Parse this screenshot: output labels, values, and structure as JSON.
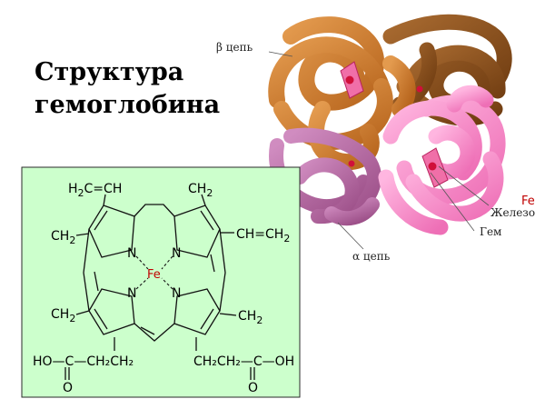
{
  "title": {
    "line1": "Структура",
    "line2": "гемоглобина"
  },
  "labels": {
    "beta_chain": "β цепь",
    "alpha_chain": "α цепь",
    "fe": "Fe",
    "iron": "Железо",
    "heme": "Гем"
  },
  "heme_formula": {
    "vinyl_top": {
      "main": "H",
      "sub": "2",
      "rest": "C=CH"
    },
    "methyl_top": {
      "main": "CH",
      "sub": "2"
    },
    "vinyl_right": {
      "main": "CH=CH",
      "sub": "2"
    },
    "methyl_left_top": {
      "main": "CH",
      "sub": "2"
    },
    "methyl_left_bottom": {
      "main": "CH",
      "sub": "2"
    },
    "methyl_right_bottom": {
      "main": "CH",
      "sub": "2"
    },
    "nitrogen": "N",
    "iron": "Fe",
    "acid_left": "HO—C—CH₂CH₂",
    "acid_right": "CH₂CH₂—C—OH",
    "oxygen": "O"
  },
  "colors": {
    "formula_bg": "#ccffcc",
    "beta_chain": "#cc7a2a",
    "beta_chain_dark": "#8a4a14",
    "alpha_chain": "#c070a8",
    "alpha_chain_pink": "#f28ac8",
    "heme": "#e0307a",
    "fe_text": "#c00000"
  }
}
